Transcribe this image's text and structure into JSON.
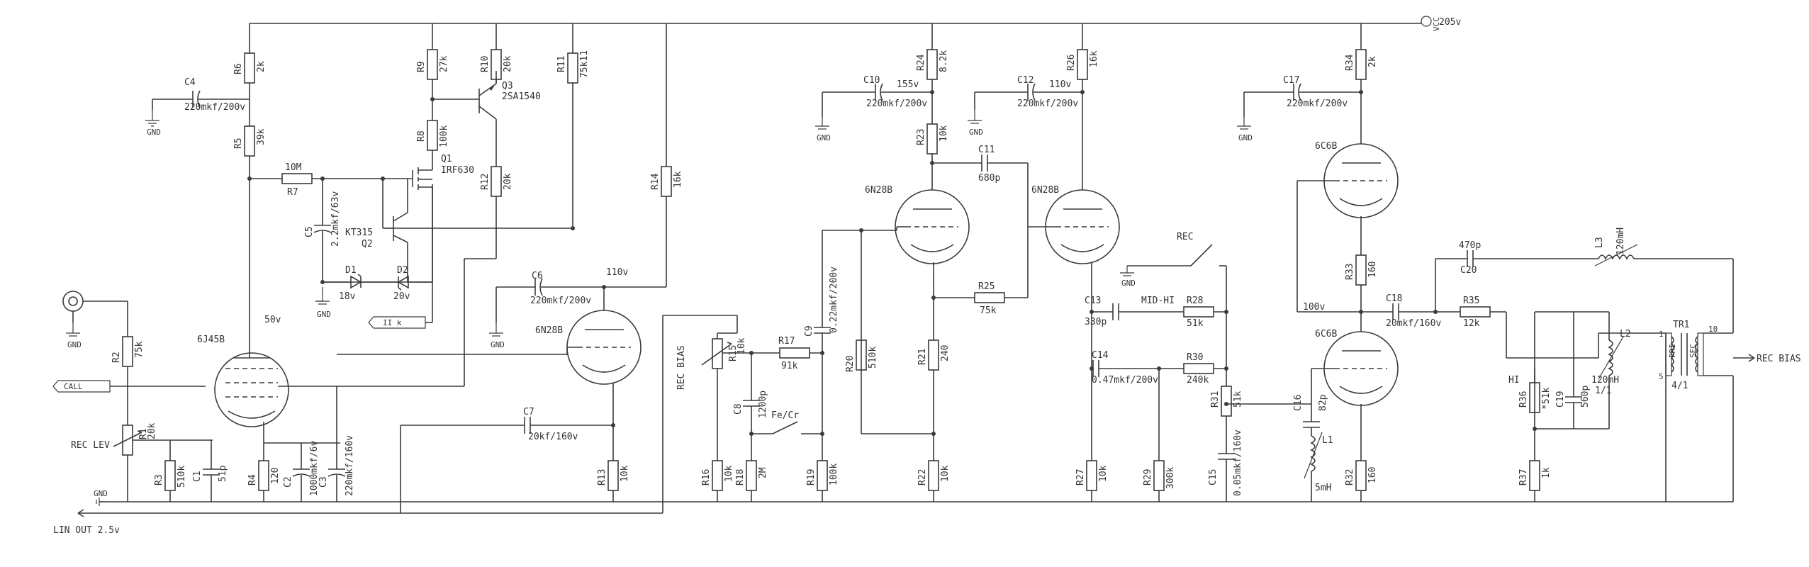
{
  "power": {
    "vcc_label": "VCC",
    "vcc_value": "205v"
  },
  "gnd": "GND",
  "jack": {
    "call_label": "CALL"
  },
  "controls": {
    "rec_lev": "REC LEV",
    "rec_bias": "REC BIAS",
    "fe_cr": "Fe/Cr",
    "rec_switch": "REC",
    "mid_hi": "MID-HI",
    "hi": "HI"
  },
  "outputs": {
    "lin_out": "LIN OUT 2.5v",
    "rec_bias_out": "REC BIAS",
    "ii_k": "II k"
  },
  "voltages": {
    "v50": "50v",
    "v110a": "110v",
    "v155": "155v",
    "v110b": "110v",
    "v100": "100v"
  },
  "tubes": [
    {
      "ref": "6J45B"
    },
    {
      "ref": "6N28B"
    },
    {
      "ref": "6N28B"
    },
    {
      "ref": "6N28B"
    },
    {
      "ref": "6C6B"
    },
    {
      "ref": "6C6B"
    }
  ],
  "semis": {
    "q1_ref": "Q1",
    "q1_part": "IRF630",
    "q2_ref": "Q2",
    "q2_part": "KT315",
    "q3_ref": "Q3",
    "q3_part": "2SA1540",
    "d1_ref": "D1",
    "d1_value": "18v",
    "d2_ref": "D2",
    "d2_value": "20v"
  },
  "resistors": [
    {
      "ref": "R1",
      "value": "20k"
    },
    {
      "ref": "R2",
      "value": "75k"
    },
    {
      "ref": "R3",
      "value": "510k"
    },
    {
      "ref": "R4",
      "value": "120"
    },
    {
      "ref": "R5",
      "value": "39k"
    },
    {
      "ref": "R6",
      "value": "2k"
    },
    {
      "ref": "R7",
      "value": "10M"
    },
    {
      "ref": "R8",
      "value": "100k"
    },
    {
      "ref": "R9",
      "value": "27k"
    },
    {
      "ref": "R10",
      "value": "20k"
    },
    {
      "ref": "R11",
      "value": "75k11"
    },
    {
      "ref": "R12",
      "value": "20k"
    },
    {
      "ref": "R13",
      "value": "10k"
    },
    {
      "ref": "R14",
      "value": "16k"
    },
    {
      "ref": "R15",
      "value": "10k"
    },
    {
      "ref": "R16",
      "value": "10k"
    },
    {
      "ref": "R17",
      "value": "91k"
    },
    {
      "ref": "R18",
      "value": "2M"
    },
    {
      "ref": "R19",
      "value": "100k"
    },
    {
      "ref": "R20",
      "value": "510k"
    },
    {
      "ref": "R21",
      "value": "240"
    },
    {
      "ref": "R22",
      "value": "10k"
    },
    {
      "ref": "R23",
      "value": "10k"
    },
    {
      "ref": "R24",
      "value": "8.2k"
    },
    {
      "ref": "R25",
      "value": "75k"
    },
    {
      "ref": "R26",
      "value": "16k"
    },
    {
      "ref": "R27",
      "value": "10k"
    },
    {
      "ref": "R28",
      "value": "51k"
    },
    {
      "ref": "R29",
      "value": "300k"
    },
    {
      "ref": "R30",
      "value": "240k"
    },
    {
      "ref": "R31",
      "value": "51k"
    },
    {
      "ref": "R32",
      "value": "160"
    },
    {
      "ref": "R33",
      "value": "160"
    },
    {
      "ref": "R34",
      "value": "2k"
    },
    {
      "ref": "R35",
      "value": "12k"
    },
    {
      "ref": "R36",
      "value": "*51k"
    },
    {
      "ref": "R37",
      "value": "1k"
    }
  ],
  "capacitors": [
    {
      "ref": "C1",
      "value": "51p"
    },
    {
      "ref": "C2",
      "value": "1000mkf/6v"
    },
    {
      "ref": "C3",
      "value": "220mkf/160v"
    },
    {
      "ref": "C4",
      "value": "220mkf/200v"
    },
    {
      "ref": "C5",
      "value": "2.2mkf/63v"
    },
    {
      "ref": "C6",
      "value": "220mkf/200v"
    },
    {
      "ref": "C7",
      "value": "20kf/160v"
    },
    {
      "ref": "C8",
      "value": "1200p"
    },
    {
      "ref": "C9",
      "value": "0.22mkf/200v"
    },
    {
      "ref": "C10",
      "value": "220mkf/200v"
    },
    {
      "ref": "C11",
      "value": "680p"
    },
    {
      "ref": "C12",
      "value": "220mkf/200v"
    },
    {
      "ref": "C13",
      "value": "330p"
    },
    {
      "ref": "C14",
      "value": "0.47mkf/200v"
    },
    {
      "ref": "C15",
      "value": "0.05mkf/160v"
    },
    {
      "ref": "C16",
      "value": "82p"
    },
    {
      "ref": "C17",
      "value": "220mkf/200v"
    },
    {
      "ref": "C18",
      "value": "20mkf/160v"
    },
    {
      "ref": "C19",
      "value": "560p"
    },
    {
      "ref": "C20",
      "value": "470p"
    }
  ],
  "inductors": {
    "l1_ref": "L1",
    "l1_value": "5mH",
    "l2_ref": "L2",
    "l2_value": "120mH",
    "l2_ratio": "1/1",
    "l3_ref": "L3",
    "l3_value": "120mH"
  },
  "transformer": {
    "ref": "TR1",
    "ratio": "4/1",
    "pin1": "1",
    "pin5": "5",
    "pin10": "10",
    "pri": "PRI",
    "sec": "SEC"
  }
}
